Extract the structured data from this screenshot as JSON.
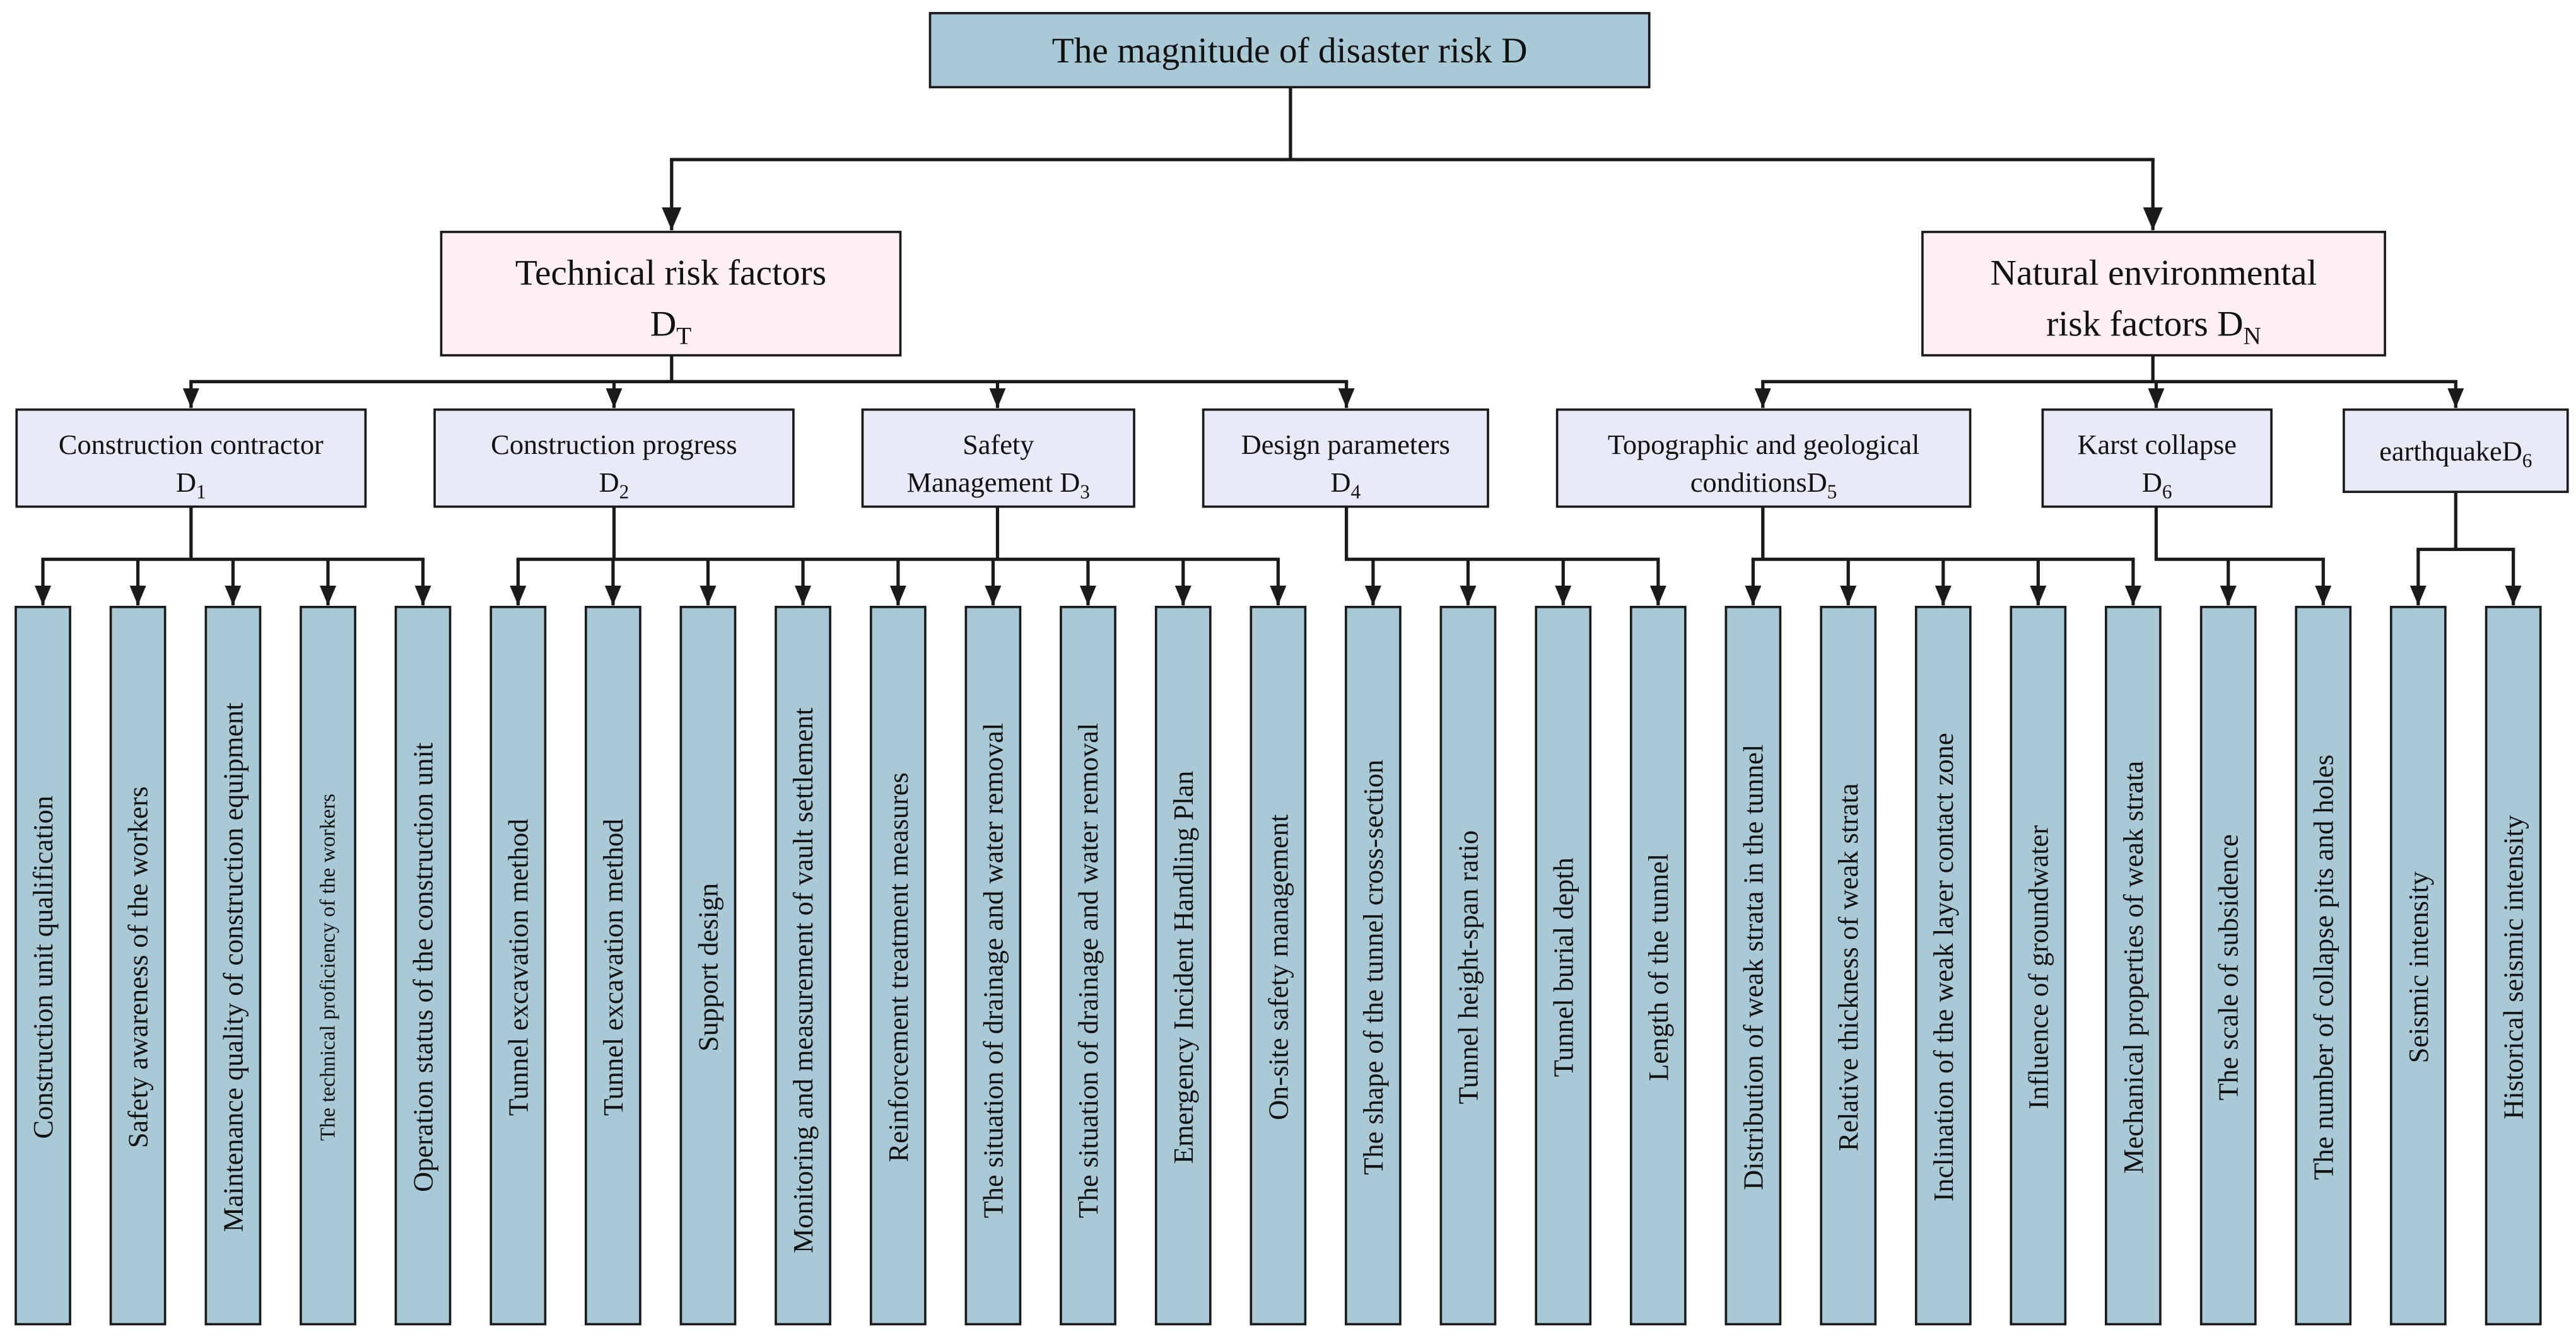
{
  "root": {
    "label": "The magnitude of disaster risk D"
  },
  "categories": [
    {
      "line1": "Technical risk factors",
      "line2": "D",
      "sub": "T"
    },
    {
      "line1": "Natural environmental",
      "line2": "risk factors D",
      "sub": "N"
    }
  ],
  "criteria": [
    {
      "line1": "Construction contractor",
      "line2": "D",
      "sub": "1"
    },
    {
      "line1": "Construction progress",
      "line2": "D",
      "sub": "2"
    },
    {
      "line1": "Safety",
      "line2": "Management D",
      "sub": "3"
    },
    {
      "line1": "Design parameters",
      "line2": "D",
      "sub": "4"
    },
    {
      "line1": "Topographic and geological",
      "line2": "conditionsD",
      "sub": "5"
    },
    {
      "line1": "Karst collapse",
      "line2": "D",
      "sub": "6"
    },
    {
      "line1": "earthquakeD",
      "sub": "6"
    }
  ],
  "indicators": [
    "Construction unit qualification",
    "Safety awareness of the workers",
    "Maintenance quality of construction equipment",
    "The technical proficiency of the workers",
    "Operation status of the construction unit",
    "Tunnel excavation method",
    "Tunnel excavation method",
    "Support design",
    "Monitoring and measurement of vault settlement",
    "Reinforcement treatment measures",
    "The situation of drainage and water removal",
    "The situation of drainage and water removal",
    "Emergency Incident Handling Plan",
    "On-site safety management",
    "The shape of the tunnel cross-section",
    "Tunnel height-span ratio",
    "Tunnel burial depth",
    "Length of the tunnel",
    "Distribution of weak strata in the tunnel",
    "Relative thickness of weak strata",
    "Inclination of the weak layer contact zone",
    "Influence of groundwater",
    "Mechanical properties of weak strata",
    "The scale of subsidence",
    "The number of collapse pits and holes",
    "Seismic intensity",
    "Historical seismic intensity"
  ],
  "colors": {
    "root_fill": "#a9c9d6",
    "category_fill": "#fdeff2",
    "criterion_fill": "#e8eaf7",
    "indicator_fill": "#a9c9d6",
    "stroke": "#1a1a1a"
  }
}
